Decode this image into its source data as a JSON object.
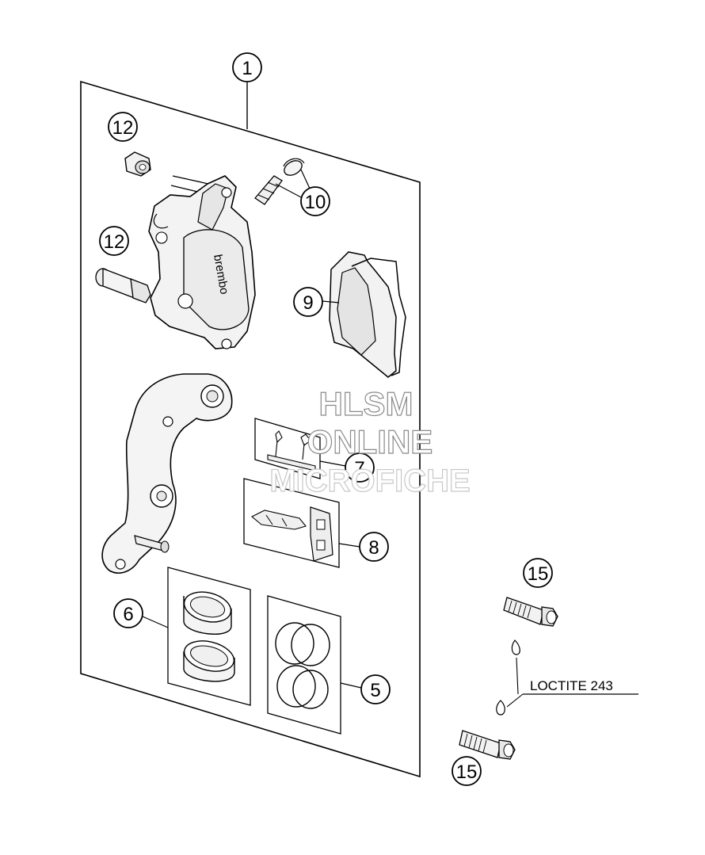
{
  "callouts": {
    "c1": "1",
    "c12a": "12",
    "c12b": "12",
    "c10": "10",
    "c9": "9",
    "c7": "7",
    "c8": "8",
    "c6": "6",
    "c5": "5",
    "c15a": "15",
    "c15b": "15"
  },
  "note": {
    "loctite": "LOCTITE 243"
  },
  "caliper": {
    "brand_marking": "brembo"
  },
  "watermark": {
    "line1": "HLSM",
    "line2": "ONLINE",
    "line3": "MICROFICHE"
  }
}
